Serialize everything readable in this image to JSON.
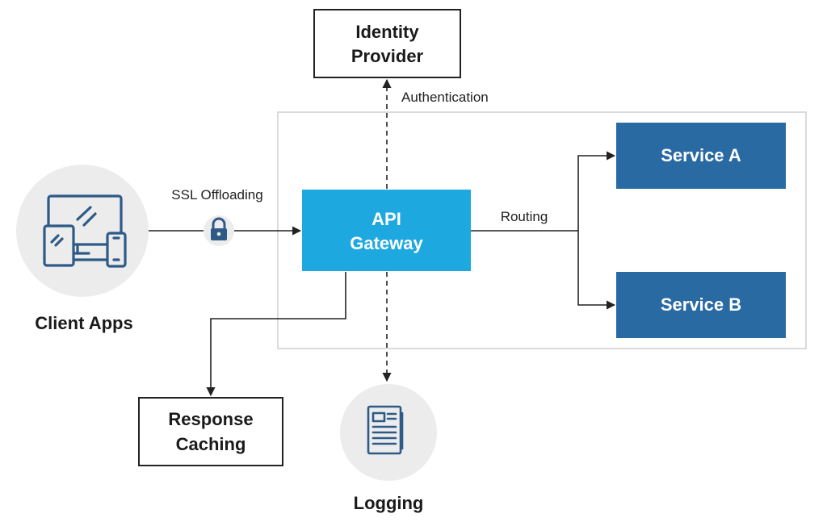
{
  "nodes": {
    "identity_provider": {
      "line1": "Identity",
      "line2": "Provider"
    },
    "api_gateway": {
      "line1": "API",
      "line2": "Gateway"
    },
    "service_a": {
      "label": "Service A"
    },
    "service_b": {
      "label": "Service B"
    },
    "response_caching": {
      "line1": "Response",
      "line2": "Caching"
    },
    "client_apps": {
      "label": "Client Apps"
    },
    "logging": {
      "label": "Logging"
    }
  },
  "edges": {
    "ssl_offloading": "SSL Offloading",
    "routing": "Routing",
    "authentication": "Authentication"
  },
  "colors": {
    "gateway": "#1ea8e0",
    "service": "#2a6aa3",
    "icon": "#2d5a87",
    "circle_bg": "#ececec",
    "container_border": "#cfcfcf",
    "line": "#222222"
  },
  "icons": {
    "client_apps": "devices-icon",
    "logging": "document-icon",
    "ssl": "lock-icon"
  }
}
